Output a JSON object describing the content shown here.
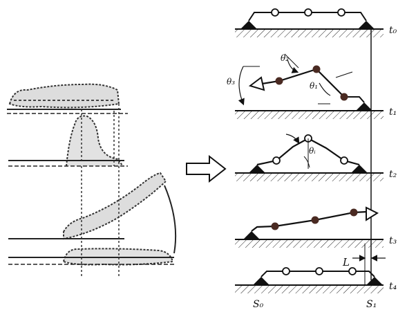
{
  "labels": {
    "time_stages": [
      "t₀",
      "t₁",
      "t₂",
      "t₃",
      "t₄"
    ],
    "angles": [
      "θ₁",
      "θ₂",
      "θ₃",
      "θᵢ"
    ],
    "displacement": "L",
    "positions": [
      "S₀",
      "S₁"
    ]
  },
  "colors": {
    "ink": "#111111",
    "active_joint": "#4a2a22",
    "passive_joint": "#ffffff"
  },
  "icons": {
    "arrow": "hollow-right-arrow"
  }
}
